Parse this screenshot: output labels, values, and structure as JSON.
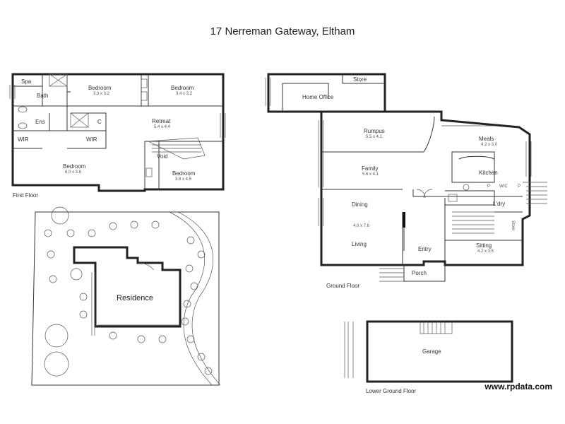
{
  "title": "17 Nerreman Gateway, Eltham",
  "credit": "www.rpdata.com",
  "floors": {
    "first": "First Floor",
    "ground": "Ground Floor",
    "lower": "Lower Ground Floor"
  },
  "site": {
    "residence": "Residence"
  },
  "first_floor_rooms": {
    "spa": "Spa",
    "bath": "Bath",
    "bed1": "Bedroom",
    "bed1_dim": "3.3 x 3.2",
    "bed2": "Bedroom",
    "bed2_dim": "3.4 x 3.2",
    "ens": "Ens",
    "c": "C",
    "retreat": "Retreat",
    "retreat_dim": "5.4 x 4.4",
    "wir1": "WIR",
    "wir2": "WIR",
    "void": "Void",
    "bed3": "Bedroom",
    "bed3_dim": "6.0 x 3.6",
    "bed4": "Bedroom",
    "bed4_dim": "3.8 x 4.5"
  },
  "ground_floor_rooms": {
    "store1": "Store",
    "home_office": "Home Office",
    "rumpus": "Rumpus",
    "rumpus_dim": "5.5 x 4.1",
    "meals": "Meals",
    "meals_dim": "4.2 x 3.0",
    "family": "Family",
    "family_dim": "5.6 x 4.1",
    "kitchen": "Kitchen",
    "wc": "W/C",
    "p1": "P",
    "p2": "P",
    "lory": "L'dry",
    "dining": "Dining",
    "dining_dim": "4.0 x 7.6",
    "living": "Living",
    "store2": "Store",
    "entry": "Entry",
    "sitting": "Sitting",
    "sitting_dim": "4.2 x 3.5",
    "porch": "Porch"
  },
  "lower_ground_rooms": {
    "garage": "Garage"
  }
}
